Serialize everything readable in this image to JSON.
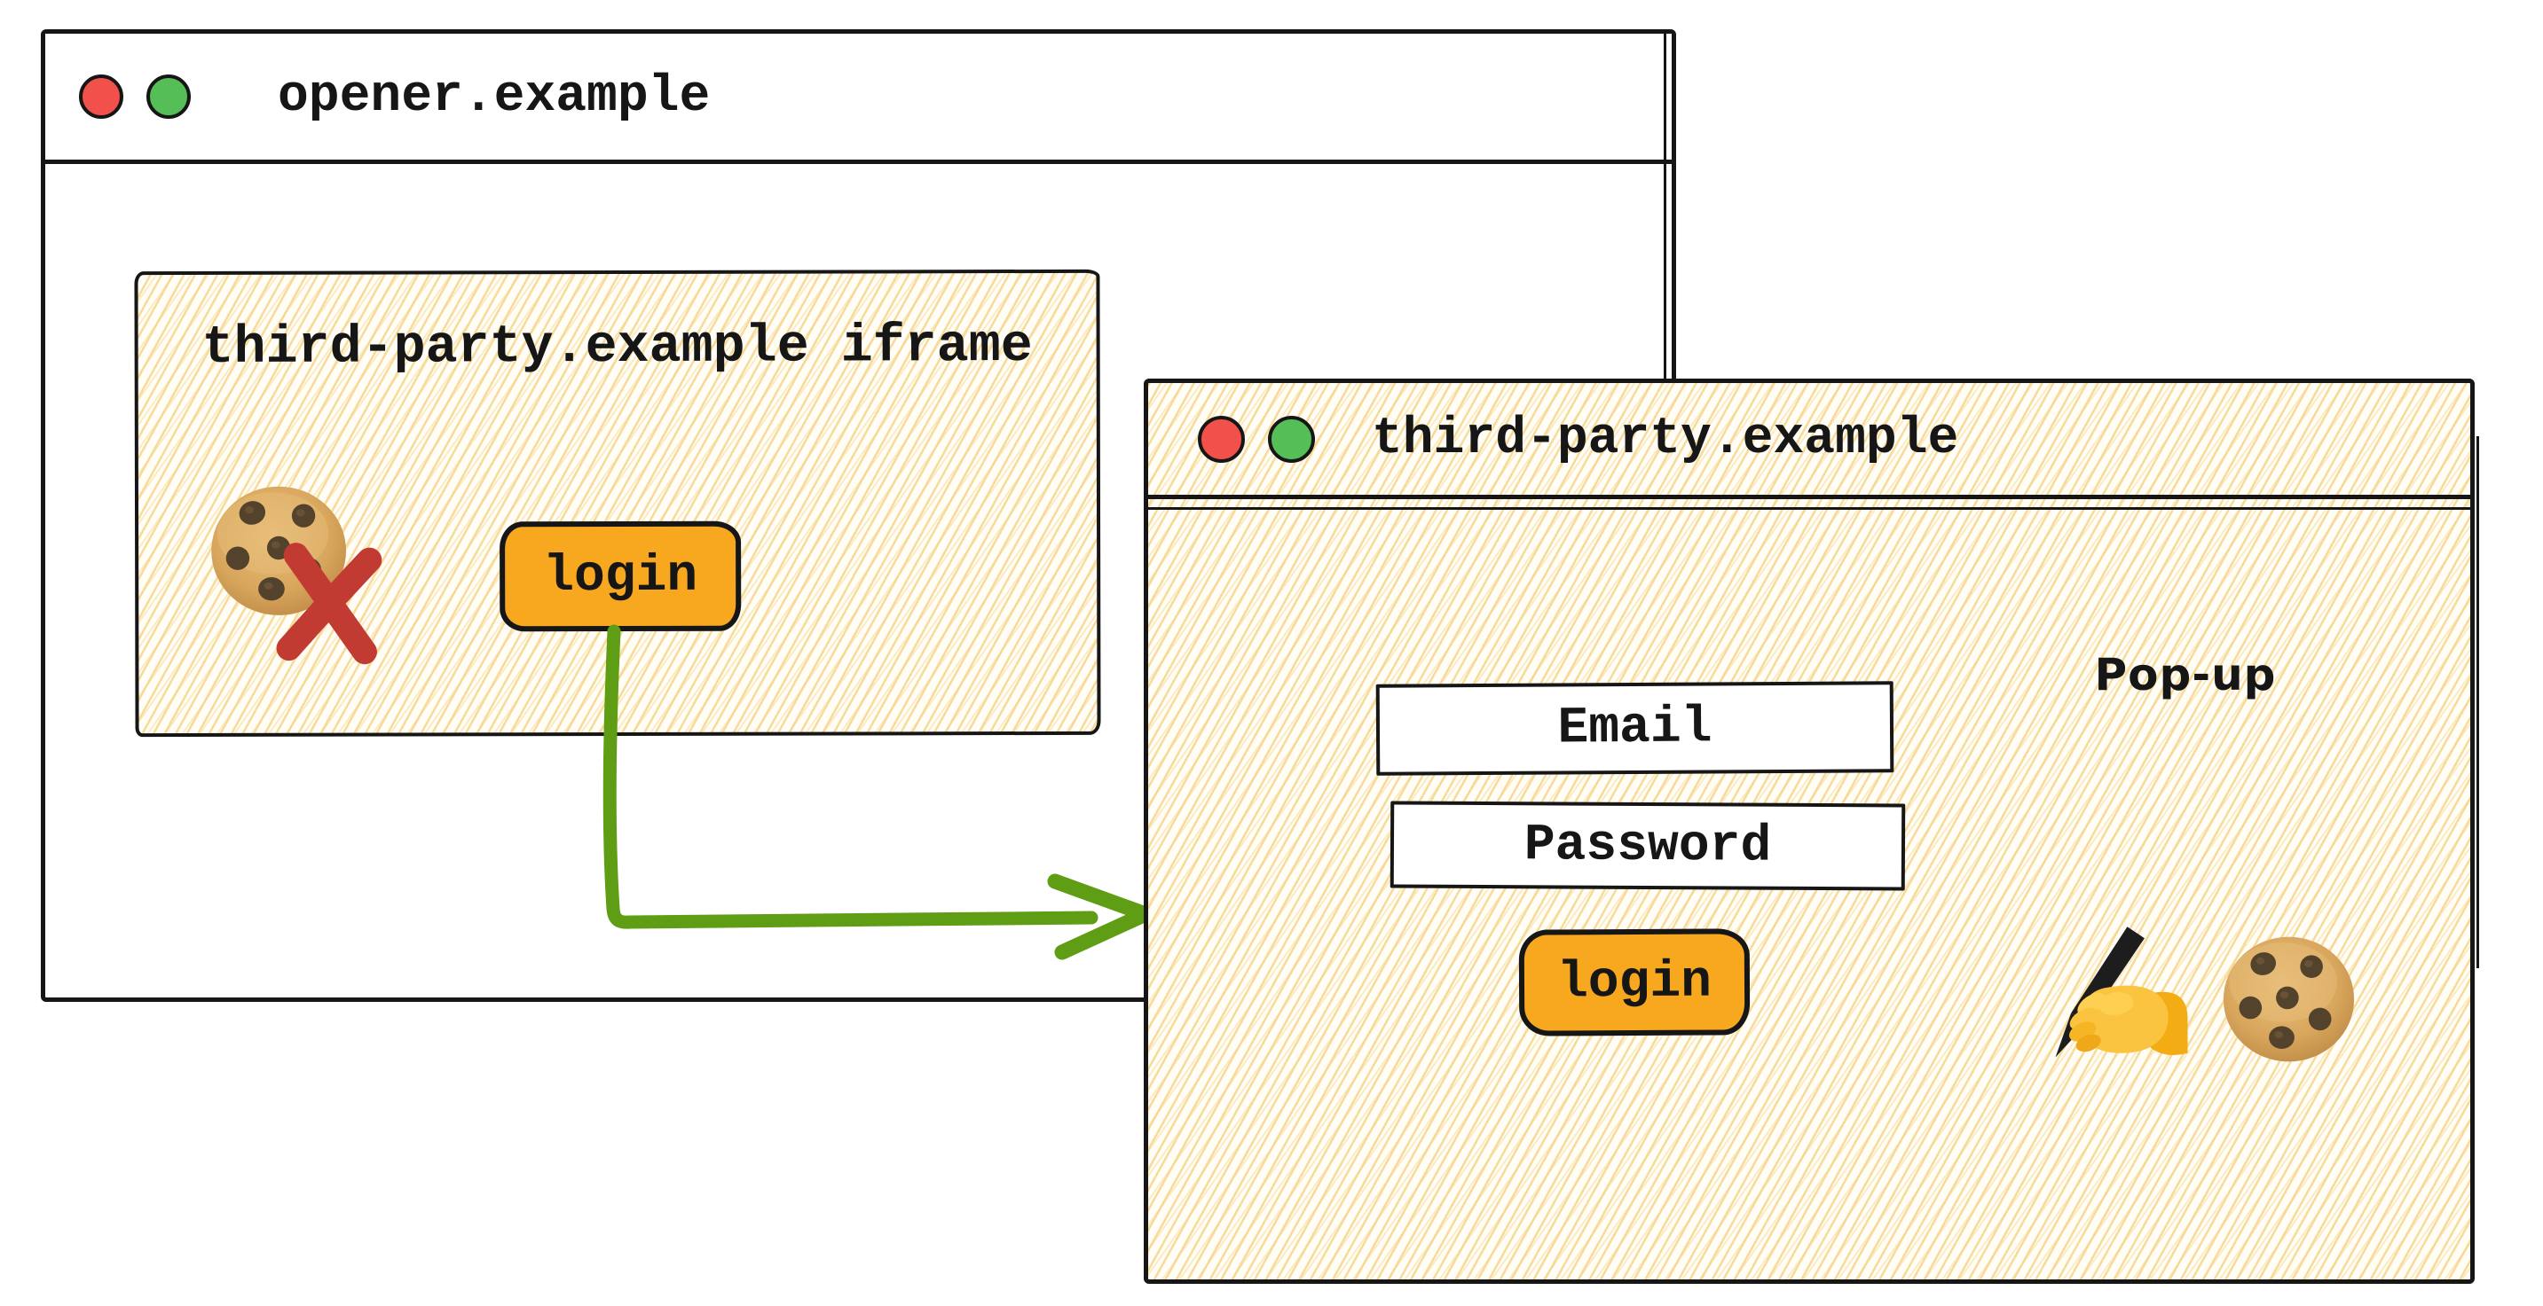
{
  "opener_window": {
    "title": "opener.example",
    "window_controls": {
      "red_dot_color": "#F2514B",
      "green_dot_color": "#55BE57"
    },
    "iframe": {
      "label": "third-party.example iframe",
      "cookie_icon": "cookie-icon",
      "blocked_mark_icon": "red-x-icon",
      "login_button_label": "login"
    }
  },
  "popup_window": {
    "title": "third-party.example",
    "window_controls": {
      "red_dot_color": "#F2514B",
      "green_dot_color": "#55BE57"
    },
    "popup_label": "Pop-up",
    "form": {
      "email_placeholder": "Email",
      "password_placeholder": "Password",
      "login_button_label": "login"
    },
    "icons": {
      "writing_hand": "writing-hand-icon",
      "cookie": "cookie-icon"
    }
  },
  "arrow": {
    "color": "#5F9E14",
    "from": "iframe login button",
    "to": "pop-up window"
  },
  "palette": {
    "ink": "#161616",
    "button_orange": "#F8A81E",
    "hatch_background": "#FFFDF5",
    "hatch_stripe": "#F5D58A",
    "blocked_x_red": "#C23B33",
    "arrow_green": "#5F9E14",
    "dot_red": "#F2514B",
    "dot_green": "#55BE57"
  }
}
